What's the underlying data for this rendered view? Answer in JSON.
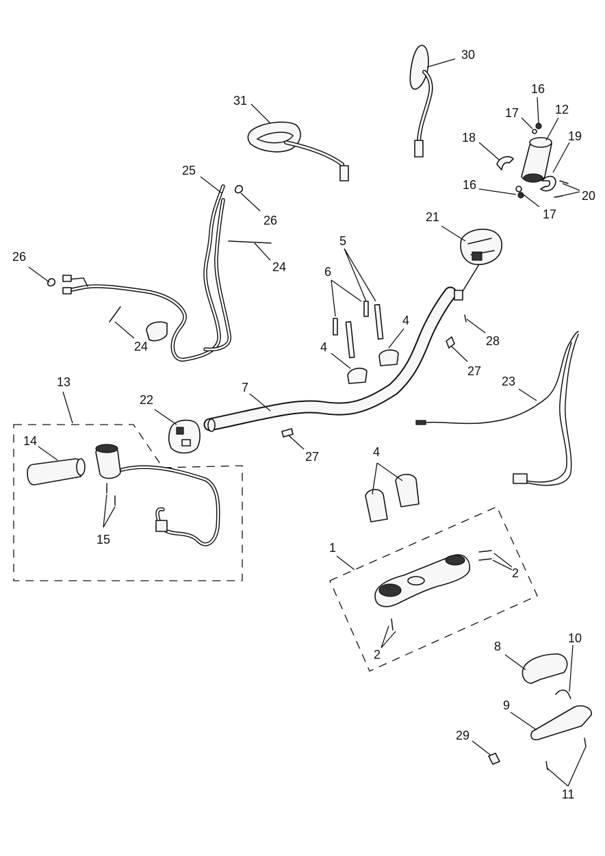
{
  "callouts": [
    {
      "id": "c1",
      "text": "1"
    },
    {
      "id": "c2a",
      "text": "2"
    },
    {
      "id": "c2b",
      "text": "2"
    },
    {
      "id": "c4a",
      "text": "4"
    },
    {
      "id": "c4b",
      "text": "4"
    },
    {
      "id": "c4c",
      "text": "4"
    },
    {
      "id": "c5",
      "text": "5"
    },
    {
      "id": "c6",
      "text": "6"
    },
    {
      "id": "c7",
      "text": "7"
    },
    {
      "id": "c8",
      "text": "8"
    },
    {
      "id": "c9",
      "text": "9"
    },
    {
      "id": "c10",
      "text": "10"
    },
    {
      "id": "c11",
      "text": "11"
    },
    {
      "id": "c12",
      "text": "12"
    },
    {
      "id": "c13",
      "text": "13"
    },
    {
      "id": "c14",
      "text": "14"
    },
    {
      "id": "c15",
      "text": "15"
    },
    {
      "id": "c16a",
      "text": "16"
    },
    {
      "id": "c16b",
      "text": "16"
    },
    {
      "id": "c17a",
      "text": "17"
    },
    {
      "id": "c17b",
      "text": "17"
    },
    {
      "id": "c18",
      "text": "18"
    },
    {
      "id": "c19",
      "text": "19"
    },
    {
      "id": "c20",
      "text": "20"
    },
    {
      "id": "c21",
      "text": "21"
    },
    {
      "id": "c22",
      "text": "22"
    },
    {
      "id": "c23",
      "text": "23"
    },
    {
      "id": "c24a",
      "text": "24"
    },
    {
      "id": "c24b",
      "text": "24"
    },
    {
      "id": "c25",
      "text": "25"
    },
    {
      "id": "c26a",
      "text": "26"
    },
    {
      "id": "c26b",
      "text": "26"
    },
    {
      "id": "c27a",
      "text": "27"
    },
    {
      "id": "c27b",
      "text": "27"
    },
    {
      "id": "c28",
      "text": "28"
    },
    {
      "id": "c29",
      "text": "29"
    },
    {
      "id": "c30",
      "text": "30"
    },
    {
      "id": "c31",
      "text": "31"
    }
  ]
}
